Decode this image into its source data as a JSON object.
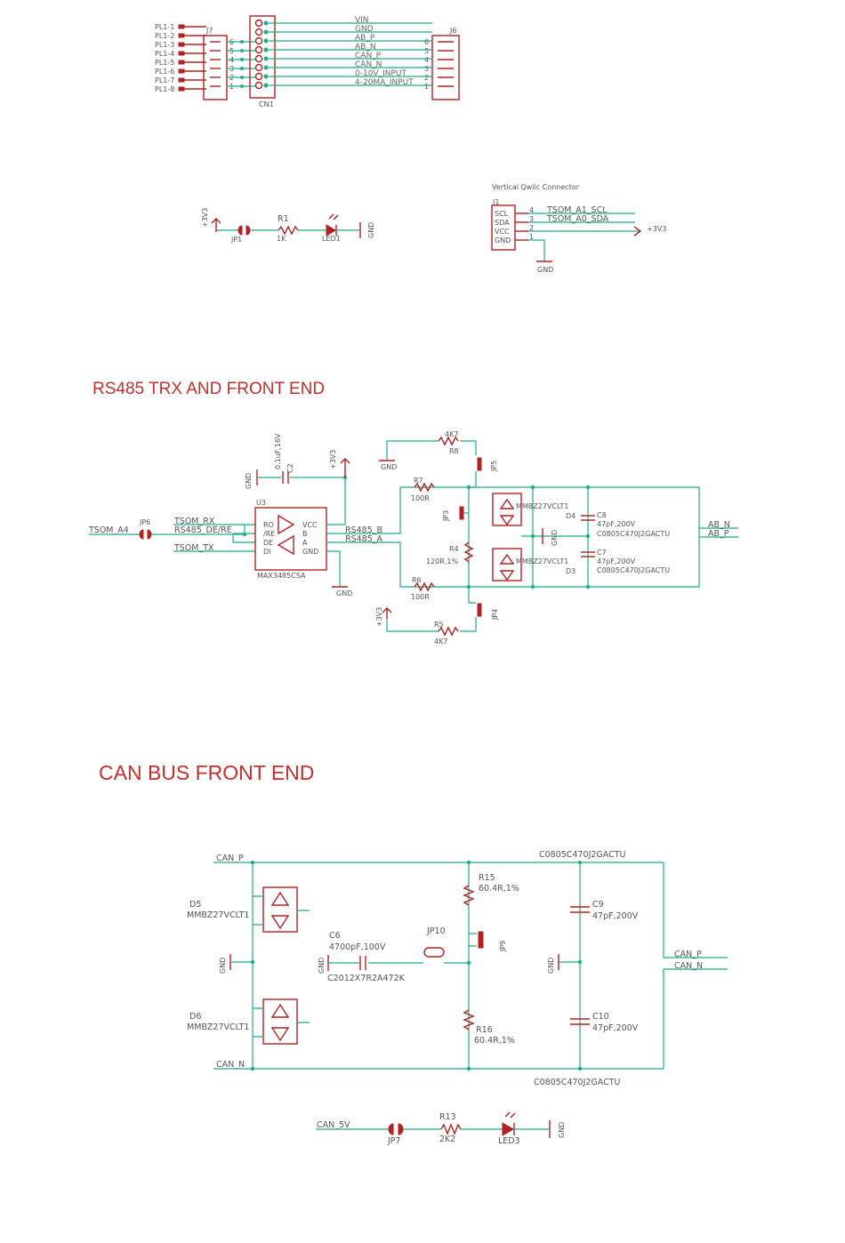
{
  "sections": {
    "rs485_title": "RS485 TRX AND FRONT END",
    "can_title": "CAN BUS FRONT END"
  },
  "connectors": {
    "pl_labels": [
      "PL1-1",
      "PL1-2",
      "PL1-3",
      "PL1-4",
      "PL1-5",
      "PL1-6",
      "PL1-7",
      "PL1-8"
    ],
    "j7": "J7",
    "j7_pins": [
      "6",
      "5",
      "4",
      "3",
      "2",
      "1"
    ],
    "cn1": "CN1",
    "j6": "J6",
    "j6_pins": [
      "6",
      "5",
      "4",
      "3",
      "2",
      "1"
    ],
    "nets": [
      "VIN",
      "GND",
      "AB_P",
      "AB_N",
      "CAN_P",
      "CAN_N",
      "0-10V_INPUT",
      "4-20MA_INPUT"
    ]
  },
  "led1_circuit": {
    "supply": "+3V3",
    "jumper": "JP1",
    "resistor": "R1",
    "resistor_value": "1K",
    "led": "LED1",
    "gnd": "GND"
  },
  "qwiic": {
    "title": "Vertical Qwiic Connector",
    "ref": "J1",
    "pins": [
      "SCL",
      "SDA",
      "VCC",
      "GND"
    ],
    "pin_numbers": [
      "4",
      "3",
      "2",
      "1"
    ],
    "net_scl": "TSOM_A1_SCL",
    "net_sda": "TSOM_A0_SDA",
    "supply": "+3V3",
    "gnd": "GND"
  },
  "rs485": {
    "u3_ref": "U3",
    "u3_part": "MAX3485CSA",
    "u3_left_pins": [
      "RO",
      "/RE",
      "DE",
      "DI"
    ],
    "u3_right_pins": [
      "VCC",
      "B",
      "A",
      "GND"
    ],
    "c2_ref": "C2",
    "c2_value": "0.1uF,16V",
    "gnd": "GND",
    "supply": "+3V3",
    "jp6": "JP6",
    "tsom_a4": "TSOM_A4",
    "net_rx": "TSOM_RX",
    "net_dere": "RS485_DE/RE",
    "net_tx": "TSOM_TX",
    "net_b": "RS485_B",
    "net_a": "RS485_A",
    "r8": "R8",
    "r8_value": "4K7",
    "r7": "R7",
    "r7_value": "100R",
    "r4": "R4",
    "r4_value": "120R,1%",
    "r6": "R6",
    "r6_value": "100R",
    "r5": "R5",
    "r5_value": "4K7",
    "jp5": "JP5",
    "jp3": "JP3",
    "jp4": "JP4",
    "tvs_part": "MMBZ27VCLT1",
    "d4": "D4",
    "d3": "D3",
    "c8": "C8",
    "c7": "C7",
    "cap_value": "47pF,200V",
    "cap_part": "C0805C470J2GACTU",
    "out_n": "AB_N",
    "out_p": "AB_P"
  },
  "can": {
    "can_p": "CAN_P",
    "can_n": "CAN_N",
    "d5": "D5",
    "d6": "D6",
    "tvs_part": "MMBZ27VCLT1",
    "gnd": "GND",
    "c6": "C6",
    "c6_value": "4700pF,100V",
    "c6_part": "C2012X7R2A472K",
    "jp10": "JP10",
    "jp9": "JP9",
    "r15": "R15",
    "r15_value": "60.4R,1%",
    "r16": "R16",
    "r16_value": "60.4R,1%",
    "c9": "C9",
    "c10": "C10",
    "cap_value": "47pF,200V",
    "cap_part": "C0805C470J2GACTU",
    "out_p": "CAN_P",
    "out_n": "CAN_N"
  },
  "led3_circuit": {
    "net": "CAN_5V",
    "jumper": "JP7",
    "resistor": "R13",
    "resistor_value": "2K2",
    "led": "LED3",
    "gnd": "GND"
  }
}
